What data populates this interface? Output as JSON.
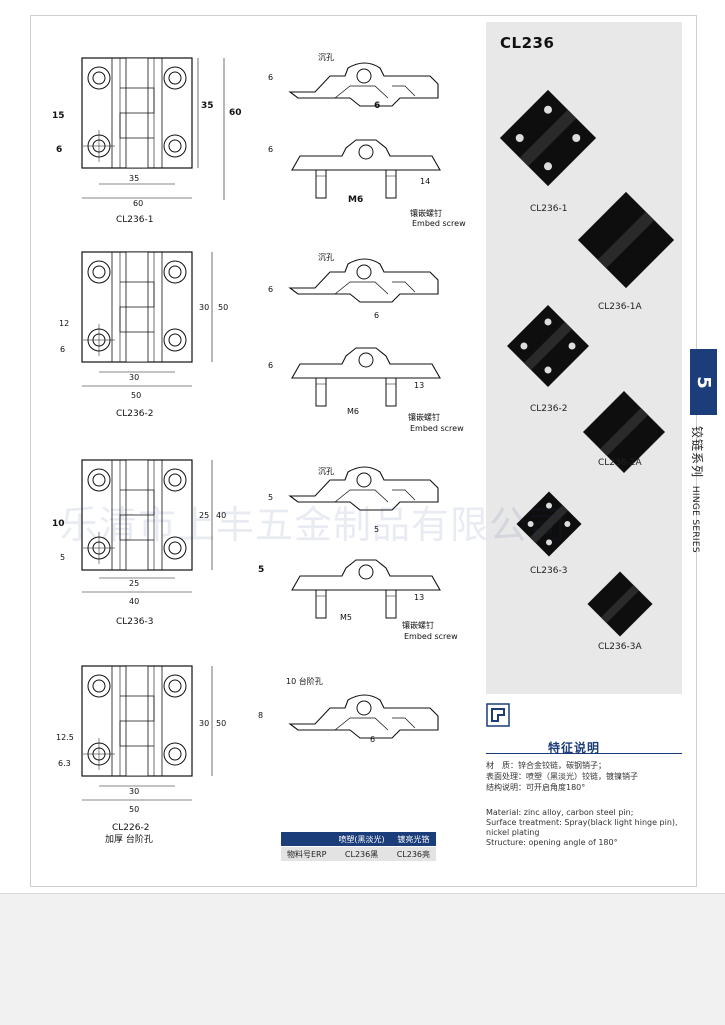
{
  "series_code": "CL236",
  "side_tab": {
    "number": "5",
    "title_cn": "铰链系列",
    "title_en": "HINGE SERIES"
  },
  "watermark": "乐清市上丰五金制品有限公司",
  "drawings": [
    {
      "name": "CL236-1",
      "front": {
        "hole_outer": "15",
        "hole_inner": "6",
        "pitch_h": "35",
        "width": "60",
        "pitch_v": "35",
        "height": "60"
      },
      "side": {
        "thick": "6",
        "label": "沉孔",
        "below": "6"
      },
      "screw": {
        "thick": "6",
        "screw": "M6",
        "len": "14",
        "label_cn": "镶嵌螺钉",
        "label_en": "Embed screw"
      }
    },
    {
      "name": "CL236-2",
      "front": {
        "hole_outer": "12",
        "hole_inner": "6",
        "pitch_h": "30",
        "width": "50",
        "pitch_v": "30",
        "height": "50"
      },
      "side": {
        "thick": "6",
        "label": "沉孔",
        "below": "6"
      },
      "screw": {
        "thick": "6",
        "screw": "M6",
        "len": "13",
        "label_cn": "镶嵌螺钉",
        "label_en": "Embed screw"
      }
    },
    {
      "name": "CL236-3",
      "front": {
        "hole_outer": "10",
        "hole_inner": "5",
        "pitch_h": "25",
        "width": "40",
        "pitch_v": "25",
        "height": "40"
      },
      "side": {
        "thick": "5",
        "label": "沉孔",
        "below": "5"
      },
      "screw": {
        "thick": "5",
        "screw": "M5",
        "len": "13",
        "label_cn": "镶嵌螺钉",
        "label_en": "Embed screw"
      }
    },
    {
      "name": "CL226-2",
      "sub": "加厚 台阶孔",
      "front": {
        "hole_outer": "12.5",
        "hole_inner": "6.3",
        "pitch_h": "30",
        "width": "50",
        "pitch_v": "30",
        "height": "50"
      },
      "side": {
        "thick": "8",
        "label": "10 台阶孔",
        "below": "6"
      }
    }
  ],
  "products": [
    "CL236-1",
    "CL236-1A",
    "CL236-2",
    "CL236-2A",
    "CL236-3",
    "CL236-3A"
  ],
  "features": {
    "title": "特征说明",
    "cn": [
      "材　质：锌合金铰链，碳钢销子；",
      "表面处理：喷塑（黑淡光）铰链，镀镍销子",
      "结构说明：可开启角度180°"
    ],
    "en": [
      "Material: zinc alloy, carbon steel pin;",
      "Surface treatment: Spray(black light hinge pin),",
      "nickel plating",
      "Structure: opening angle of 180°"
    ]
  },
  "erp_table": {
    "headers": [
      "",
      "喷塑(黑淡光)",
      "镀亮光铬"
    ],
    "row": [
      "物料号ERP",
      "CL236黑",
      "CL236亮"
    ]
  },
  "colors": {
    "accent": "#1b3d79",
    "panel": "#e8e8e8",
    "hinge": "#0e0e0e"
  }
}
